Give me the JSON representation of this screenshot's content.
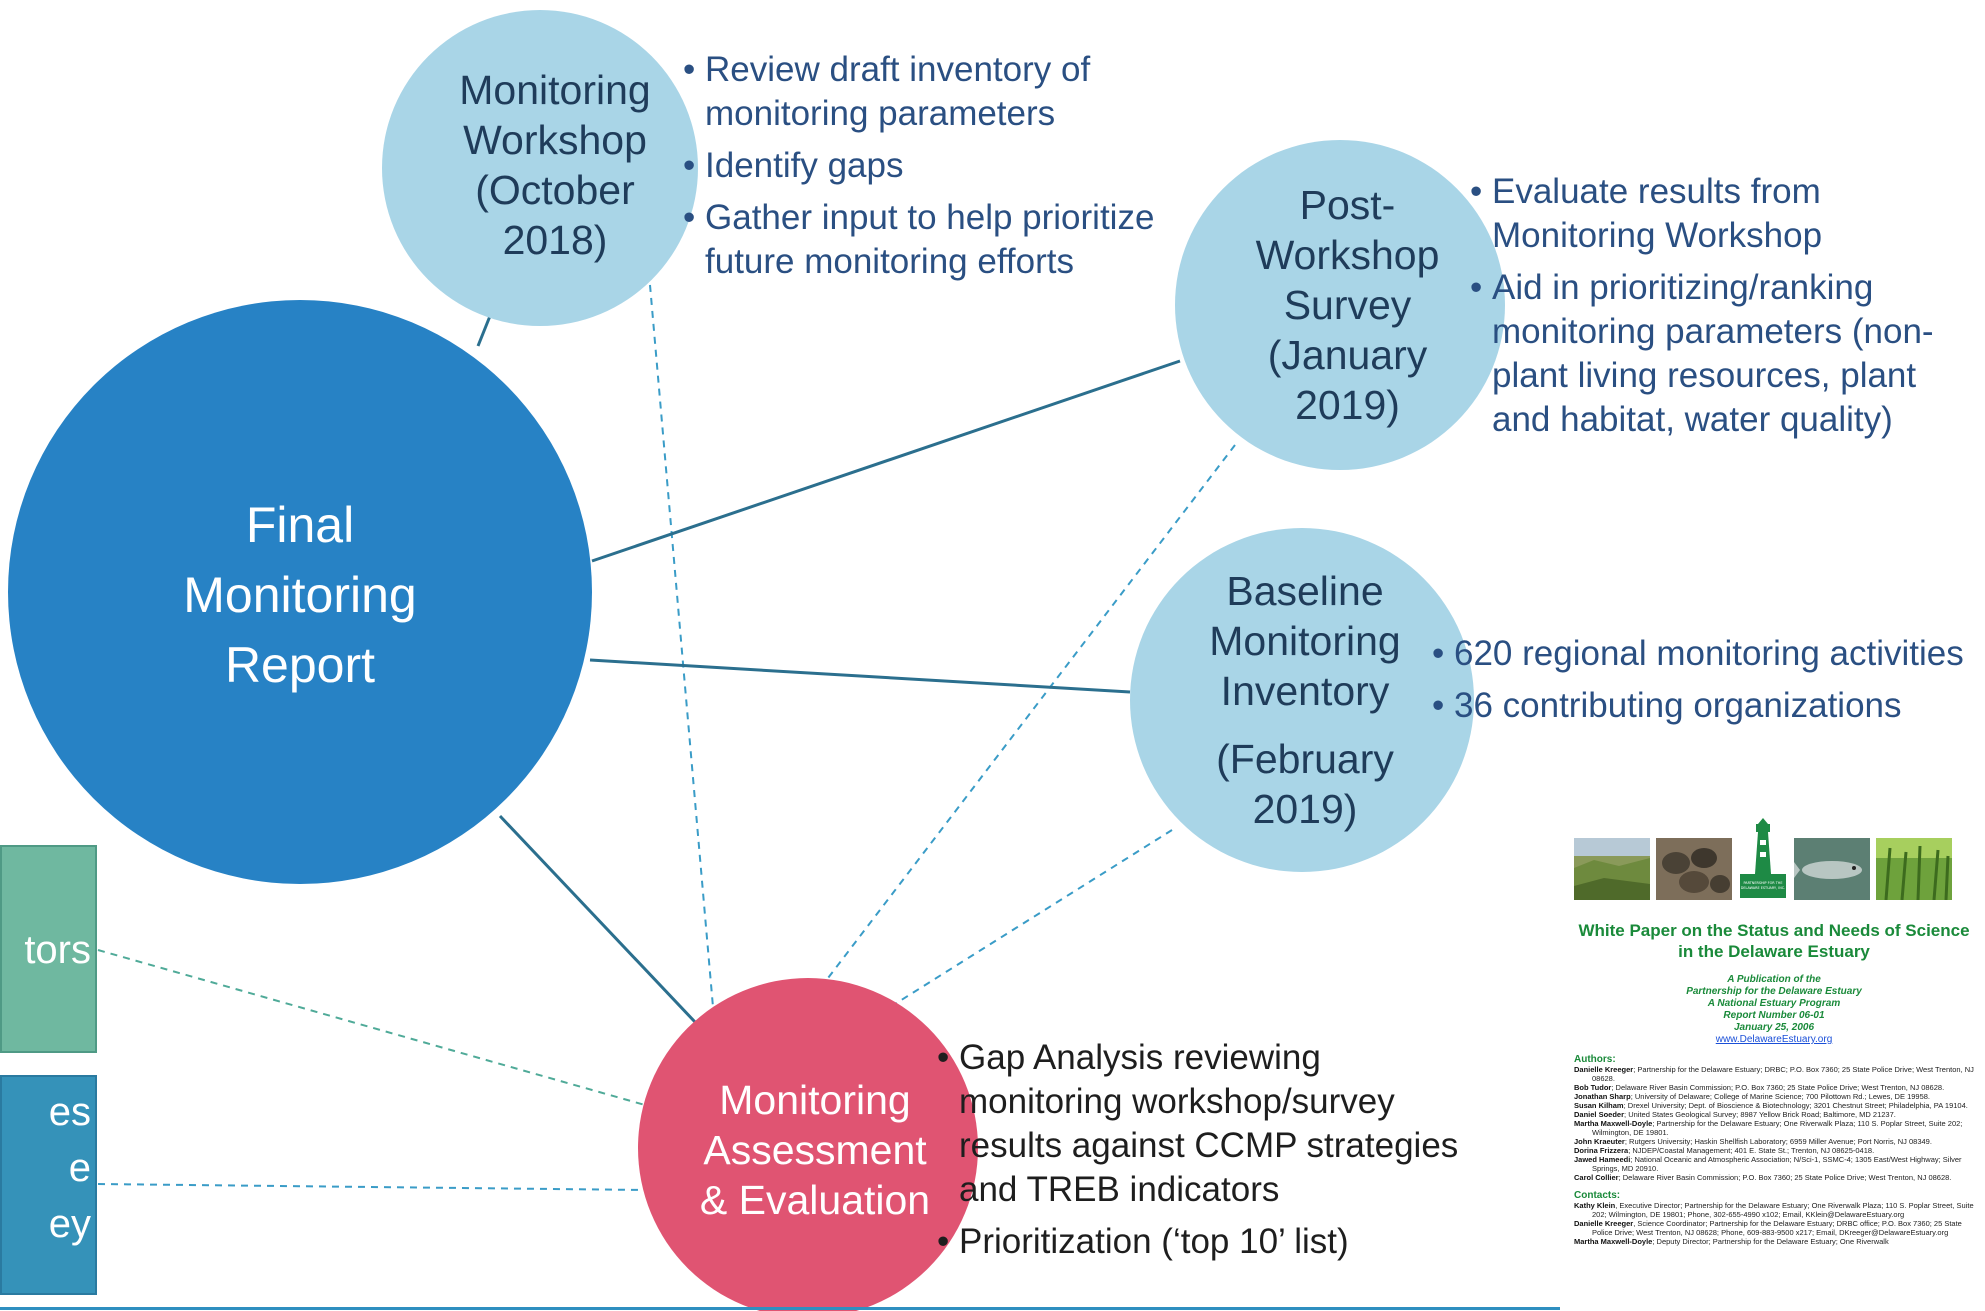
{
  "colors": {
    "light_circle": "#a9d5e7",
    "dark_circle": "#2782c5",
    "pink_circle": "#e05472",
    "solid_line": "#2b6f8e",
    "dashed_line": "#3a9cc7",
    "green_box": "#6fb8a0",
    "teal_box": "#3592b9"
  },
  "nodes": {
    "final_report": {
      "lines": [
        "Final",
        "Monitoring",
        "Report"
      ]
    },
    "workshop": {
      "lines": [
        "Monitoring",
        "Workshop",
        "(October",
        "2018)"
      ]
    },
    "survey": {
      "lines": [
        "Post-",
        "Workshop",
        "Survey",
        "(January",
        "2019)"
      ]
    },
    "inventory": {
      "lines": [
        "Baseline",
        "Monitoring",
        "Inventory",
        "(February",
        "2019)"
      ]
    },
    "assessment": {
      "lines": [
        "Monitoring",
        "Assessment",
        "& Evaluation"
      ]
    }
  },
  "bullets": {
    "workshop": [
      "Review draft inventory of monitoring parameters",
      "Identify gaps",
      "Gather input to help prioritize future monitoring efforts"
    ],
    "survey": [
      "Evaluate results from Monitoring Workshop",
      "Aid in prioritizing/ranking monitoring parameters (non-plant living resources, plant and habitat, water quality)"
    ],
    "inventory": [
      "620 regional monitoring activities",
      "36 contributing organizations"
    ],
    "assessment": [
      "Gap Analysis reviewing monitoring workshop/survey results against CCMP strategies and TREB indicators",
      "Prioritization (‘top 10’ list)"
    ]
  },
  "side_boxes": {
    "green": {
      "lines": [
        "tors"
      ]
    },
    "teal": {
      "lines": [
        "es",
        "e",
        "ey"
      ]
    }
  },
  "white_paper": {
    "title": "White Paper on the Status and Needs of Science in the Delaware Estuary",
    "publication": [
      "A Publication of the",
      "Partnership for the Delaware Estuary",
      "A National Estuary Program",
      "Report Number 06-01",
      "January 25, 2006"
    ],
    "website": "www.DelawareEstuary.org",
    "authors_heading": "Authors:",
    "authors": [
      {
        "name": "Danielle Kreeger",
        "detail": "; Partnership for the Delaware Estuary; DRBC; P.O. Box 7360; 25 State Police Drive; West Trenton, NJ 08628."
      },
      {
        "name": "Bob Tudor",
        "detail": "; Delaware River Basin Commission; P.O. Box 7360; 25 State Police Drive; West Trenton, NJ 08628."
      },
      {
        "name": "Jonathan Sharp",
        "detail": "; University of Delaware; College of Marine Science; 700 Pilottown Rd.; Lewes, DE 19958."
      },
      {
        "name": "Susan Kilham",
        "detail": "; Drexel University; Dept. of Bioscience & Biotechnology; 3201 Chestnut Street; Philadelphia, PA 19104."
      },
      {
        "name": "Daniel Soeder",
        "detail": "; United States Geological Survey; 8987 Yellow Brick Road; Baltimore, MD 21237."
      },
      {
        "name": "Martha Maxwell-Doyle",
        "detail": "; Partnership for the Delaware Estuary; One Riverwalk Plaza; 110 S. Poplar Street, Suite 202; Wilmington, DE 19801."
      },
      {
        "name": "John Kraeuter",
        "detail": "; Rutgers University; Haskin Shellfish Laboratory; 6959 Miller Avenue; Port Norris, NJ 08349."
      },
      {
        "name": "Dorina Frizzera",
        "detail": "; NJDEP/Coastal Management; 401 E. State St.; Trenton, NJ 08625-0418."
      },
      {
        "name": "Jawed Hameedi",
        "detail": "; National Oceanic and Atmospheric Association; N/Sci-1, SSMC-4; 1305 East/West Highway; Silver Springs, MD 20910."
      },
      {
        "name": "Carol Collier",
        "detail": "; Delaware River Basin Commission; P.O. Box 7360; 25 State Police Drive; West Trenton, NJ 08628."
      }
    ],
    "contacts_heading": "Contacts:",
    "contacts": [
      {
        "name": "Kathy Klein",
        "detail": ", Executive Director; Partnership for the Delaware Estuary; One Riverwalk Plaza; 110 S. Poplar Street, Suite 202; Wilmington, DE 19801; Phone, 302-655-4990 x102; Email, KKlein@DelawareEstuary.org"
      },
      {
        "name": "Danielle Kreeger",
        "detail": ", Science Coordinator; Partnership for the Delaware Estuary; DRBC office; P.O. Box 7360; 25 State Police Drive; West Trenton, NJ 08628; Phone, 609-883-9500 x217; Email, DKreeger@DelawareEstuary.org"
      },
      {
        "name": "Martha Maxwell-Doyle",
        "detail": "; Deputy Director; Partnership for the Delaware Estuary; One Riverwalk"
      }
    ],
    "logo_text": "PARTNERSHIP FOR THE DELAWARE ESTUARY, INC."
  }
}
